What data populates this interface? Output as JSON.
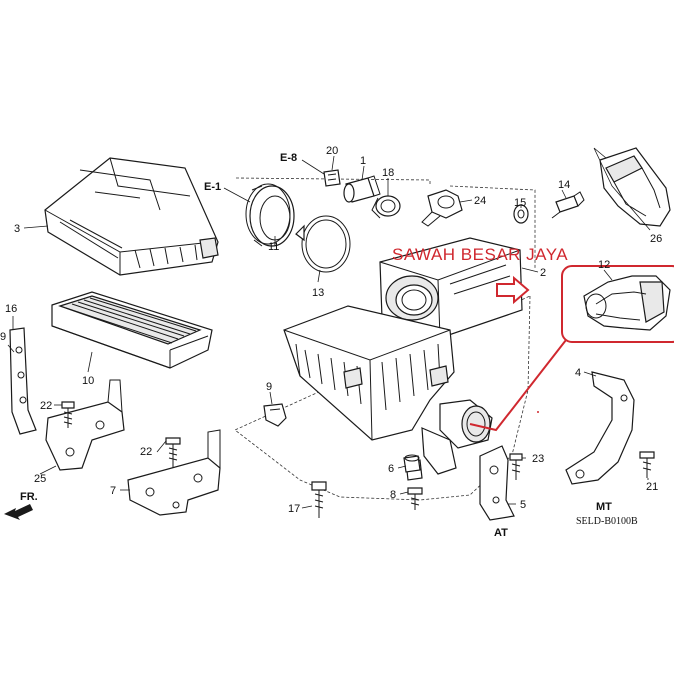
{
  "watermark": "SAWAH BESAR JAYA",
  "diagram_code": "SELD-B0100B",
  "direction_label": "FR.",
  "ref_labels": {
    "e1": "E-1",
    "e8": "E-8"
  },
  "variant_labels": {
    "mt": "MT",
    "at": "AT"
  },
  "part_numbers": {
    "p1": "1",
    "p2": "2",
    "p3": "3",
    "p4": "4",
    "p5": "5",
    "p6": "6",
    "p7": "7",
    "p8": "8",
    "p9a": "9",
    "p9b": "9",
    "p10": "10",
    "p11": "11",
    "p12": "12",
    "p13": "13",
    "p14": "14",
    "p15": "15",
    "p16": "16",
    "p17": "17",
    "p18": "18",
    "p20": "20",
    "p21": "21",
    "p22a": "22",
    "p22b": "22",
    "p23": "23",
    "p24": "24",
    "p25": "25",
    "p26": "26"
  },
  "colors": {
    "highlight": "#d0282f",
    "line": "#1a1a1a"
  }
}
